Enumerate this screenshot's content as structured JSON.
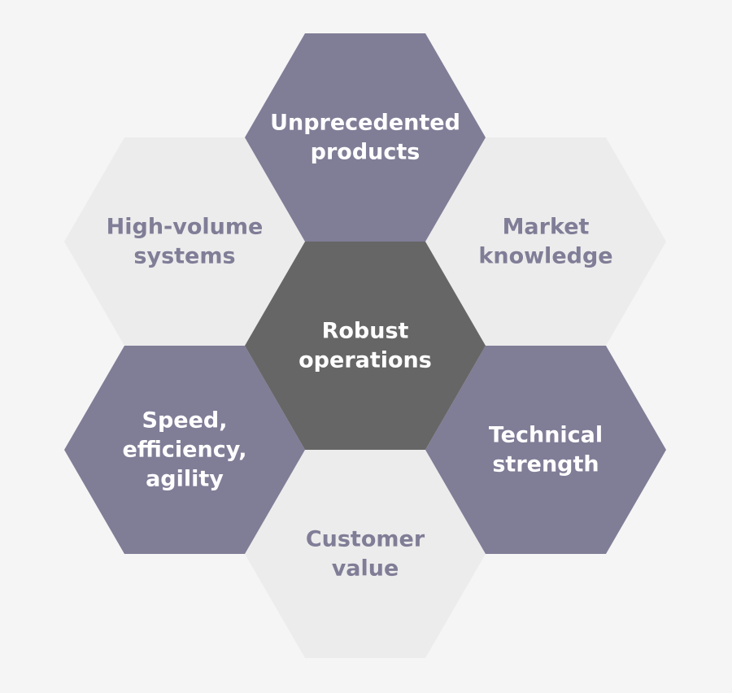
{
  "diagram": {
    "colors": {
      "page_background": "#f5f5f5",
      "center_fill": "#666666",
      "accent_fill": "#807d97",
      "light_fill": "#ececec",
      "text_on_dark": "#ffffff",
      "text_on_light": "#807d97"
    },
    "hexagons": [
      {
        "id": "unprecedented-products",
        "style": "accent",
        "lines": [
          "Unprecedented",
          "products"
        ]
      },
      {
        "id": "high-volume-systems",
        "style": "light",
        "lines": [
          "High-volume",
          "systems"
        ]
      },
      {
        "id": "market-knowledge",
        "style": "light",
        "lines": [
          "Market",
          "knowledge"
        ]
      },
      {
        "id": "robust-operations",
        "style": "center",
        "lines": [
          "Robust",
          "operations"
        ]
      },
      {
        "id": "speed-efficiency-agility",
        "style": "accent",
        "lines": [
          "Speed,",
          "efficiency,",
          "agility"
        ]
      },
      {
        "id": "technical-strength",
        "style": "accent",
        "lines": [
          "Technical",
          "strength"
        ]
      },
      {
        "id": "customer-value",
        "style": "light",
        "lines": [
          "Customer",
          "value"
        ]
      }
    ]
  }
}
